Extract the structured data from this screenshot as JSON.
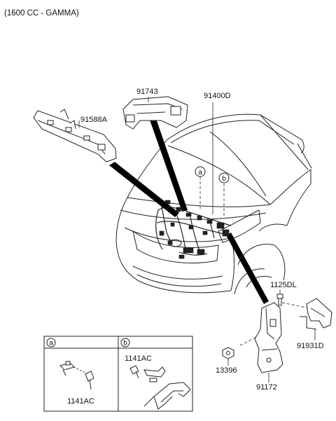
{
  "header": {
    "engine_label": "(1600 CC - GAMMA)"
  },
  "parts": {
    "p91743": "91743",
    "p91400D": "91400D",
    "p91588A": "91588A",
    "p1125DL": "1125DL",
    "p91931D": "91931D",
    "p13396": "13396",
    "p91172": "91172"
  },
  "callouts": {
    "a": "a",
    "b": "b"
  },
  "detail_table": {
    "col_a": {
      "circle": "a",
      "part": "1141AC"
    },
    "col_b": {
      "circle": "b",
      "part": "1141AC"
    }
  }
}
